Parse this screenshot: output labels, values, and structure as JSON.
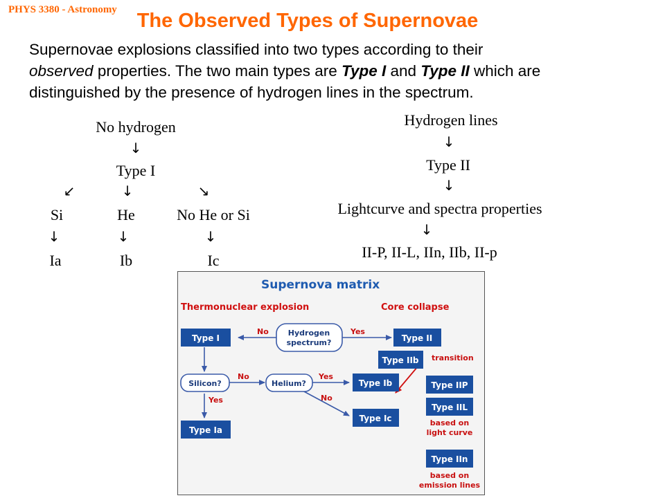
{
  "slide": {
    "course": "PHYS 3380 - Astronomy",
    "title": "The Observed Types of Supernovae",
    "intro": {
      "p1": "Supernovae explosions classified into two types according to their",
      "p2_italic": "observed",
      "p2a": " properties. The two main types are ",
      "type1": "Type I",
      "and": " and ",
      "type2": "Type II",
      "p2b": " which are",
      "p3": "distinguished by the presence of hydrogen lines in the spectrum."
    },
    "left_tree": {
      "top": "No hydrogen",
      "arrow_down": "↓",
      "arrow_sw": "↙",
      "arrow_se": "↘",
      "type": "Type I",
      "branches": [
        "Si",
        "He",
        "No He or Si"
      ],
      "results": [
        "Ia",
        "Ib",
        "Ic"
      ]
    },
    "right_tree": {
      "top": "Hydrogen lines",
      "arrow_down": "↓",
      "type": "Type II",
      "props": "Lightcurve and spectra properties",
      "subtypes": "II-P, II-L, IIn, IIb, II-p"
    }
  },
  "matrix": {
    "title": "Supernova matrix",
    "left_heading": "Thermonuclear explosion",
    "right_heading": "Core collapse",
    "hydrogen": [
      "Hydrogen",
      "spectrum?"
    ],
    "silicon": "Silicon?",
    "helium": "Helium?",
    "no": "No",
    "yes": "Yes",
    "type_i": "Type I",
    "type_ii": "Type II",
    "type_iib": "Type IIb",
    "type_ib": "Type Ib",
    "type_ic": "Type Ic",
    "type_ia": "Type Ia",
    "type_iip": "Type IIP",
    "type_iil": "Type IIL",
    "type_iin": "Type IIn",
    "transition": "transition",
    "light_curve": [
      "based on",
      "light curve"
    ],
    "emission": [
      "based on",
      "emission lines"
    ],
    "colors": {
      "box_fill": "#1a4fa0",
      "box_text": "#ffffff",
      "heading_red": "#d01010",
      "title_blue": "#1e5bb0",
      "arrow_blue": "#3a5aa8",
      "bubble_stroke": "#3a5aa8",
      "bubble_fill": "#ffffff",
      "label_red": "#c81010",
      "background": "#f4f4f4"
    }
  }
}
